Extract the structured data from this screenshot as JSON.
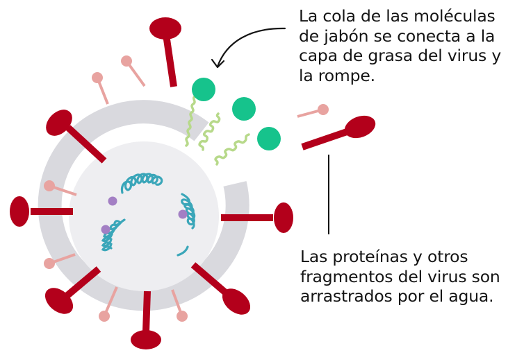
{
  "captions": {
    "top": {
      "lines": [
        "La cola de las moléculas",
        "de jabón se conecta a la",
        "capa de grasa del virus y",
        "la rompe."
      ]
    },
    "bottom": {
      "lines": [
        "Las proteínas y otros",
        "fragmentos del virus son",
        "arrastrados por el agua."
      ]
    }
  },
  "colors": {
    "spike_dark": "#b3001b",
    "spike_light": "#e8a3a0",
    "membrane": "#d9d9de",
    "virus_body": "#eeeef1",
    "rna": "#3aa6b9",
    "rna_marker": "#a37fc4",
    "soap_head": "#16c38c",
    "soap_tail": "#b7d98a",
    "pointer": "#141414"
  },
  "icons": {
    "virus": "coronavirus-illustration",
    "soap_molecule": "soap-molecule-icon",
    "arrow": "curved-arrow-icon"
  }
}
